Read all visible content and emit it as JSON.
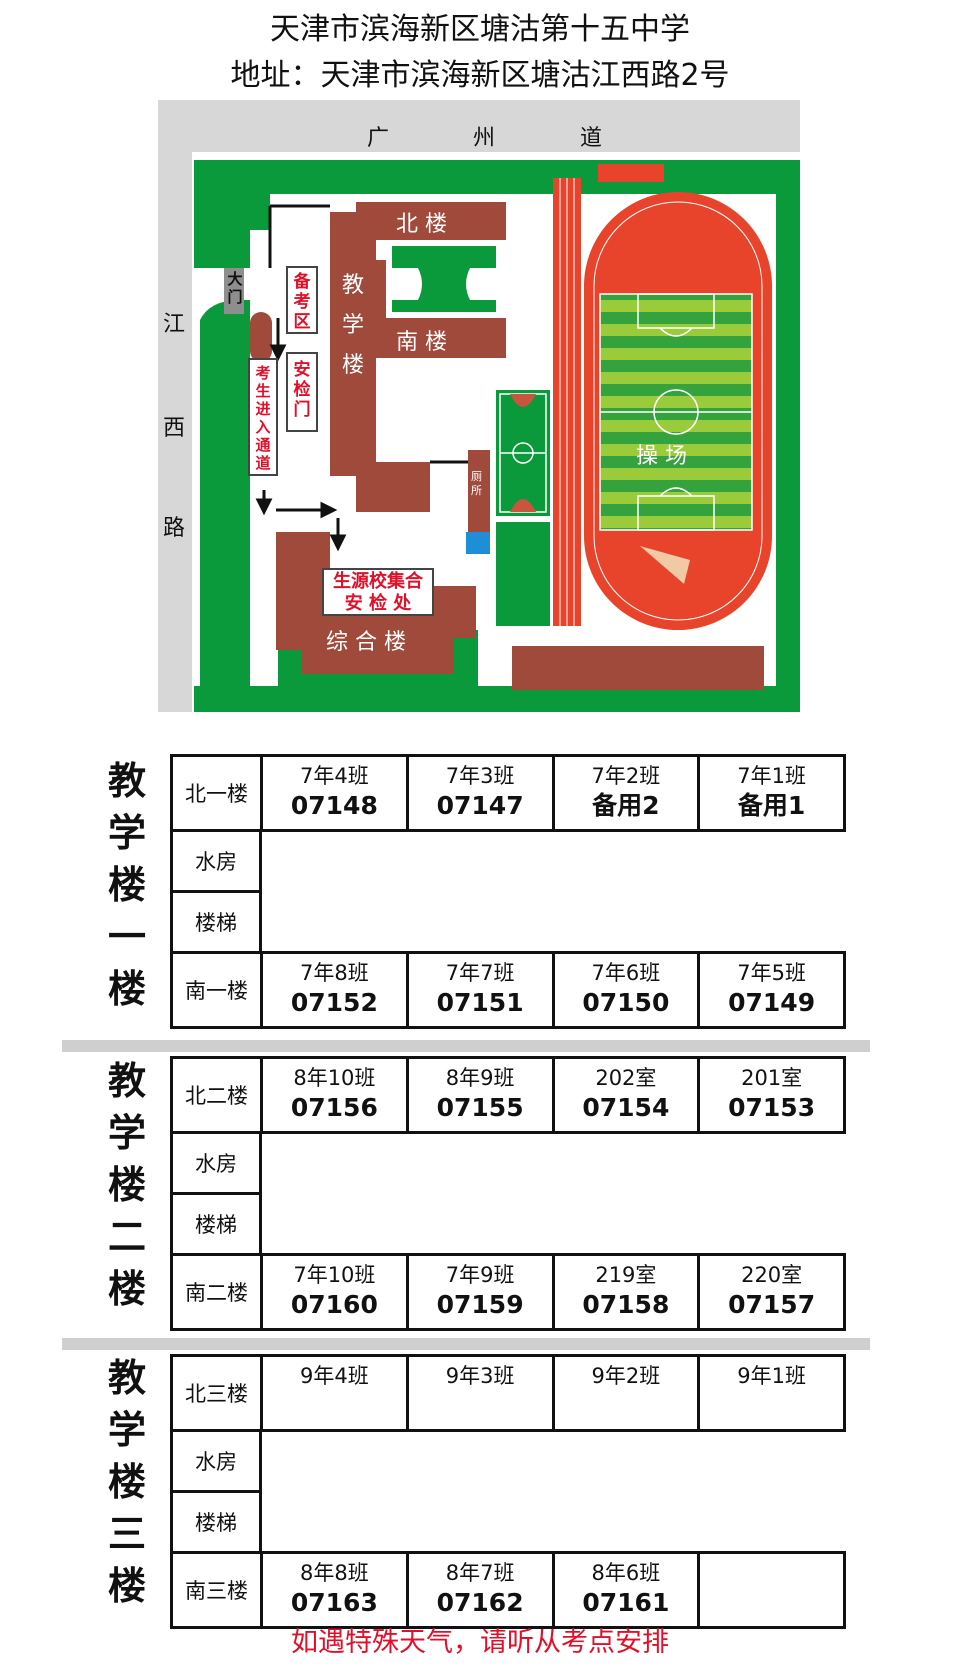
{
  "header": {
    "school_name": "天津市滨海新区塘沽第十五中学",
    "address": "地址：天津市滨海新区塘沽江西路2号"
  },
  "map": {
    "road_top": [
      "广",
      "州",
      "道"
    ],
    "road_left": [
      "江",
      "西",
      "路"
    ],
    "gate": [
      "大",
      "门"
    ],
    "standby_area": "备考区",
    "security_gate": "安检门",
    "entry_path": "考生进入通道",
    "north_building": "北 楼",
    "south_building": "南 楼",
    "teaching_building": [
      "教",
      "学",
      "楼"
    ],
    "toilet": [
      "厕",
      "所"
    ],
    "assembly_line1": "生源校集合",
    "assembly_line2": "安  检  处",
    "complex_building": "综 合 楼",
    "playground": "操  场"
  },
  "floors": [
    {
      "title": [
        "教",
        "学",
        "楼",
        "一",
        "楼"
      ],
      "north_label": "北一楼",
      "north_rooms": [
        {
          "name": "7年4班",
          "code": "07148"
        },
        {
          "name": "7年3班",
          "code": "07147"
        },
        {
          "name": "7年2班",
          "code": "备用2"
        },
        {
          "name": "7年1班",
          "code": "备用1"
        }
      ],
      "water_room": "水房",
      "stairs": "楼梯",
      "south_label": "南一楼",
      "south_rooms": [
        {
          "name": "7年8班",
          "code": "07152"
        },
        {
          "name": "7年7班",
          "code": "07151"
        },
        {
          "name": "7年6班",
          "code": "07150"
        },
        {
          "name": "7年5班",
          "code": "07149"
        }
      ]
    },
    {
      "title": [
        "教",
        "学",
        "楼",
        "二",
        "楼"
      ],
      "north_label": "北二楼",
      "north_rooms": [
        {
          "name": "8年10班",
          "code": "07156"
        },
        {
          "name": "8年9班",
          "code": "07155"
        },
        {
          "name": "202室",
          "code": "07154"
        },
        {
          "name": "201室",
          "code": "07153"
        }
      ],
      "water_room": "水房",
      "stairs": "楼梯",
      "south_label": "南二楼",
      "south_rooms": [
        {
          "name": "7年10班",
          "code": "07160"
        },
        {
          "name": "7年9班",
          "code": "07159"
        },
        {
          "name": "219室",
          "code": "07158"
        },
        {
          "name": "220室",
          "code": "07157"
        }
      ]
    },
    {
      "title": [
        "教",
        "学",
        "楼",
        "三",
        "楼"
      ],
      "north_label": "北三楼",
      "north_rooms": [
        {
          "name": "9年4班",
          "code": ""
        },
        {
          "name": "9年3班",
          "code": ""
        },
        {
          "name": "9年2班",
          "code": ""
        },
        {
          "name": "9年1班",
          "code": ""
        }
      ],
      "water_room": "水房",
      "stairs": "楼梯",
      "south_label": "南三楼",
      "south_rooms": [
        {
          "name": "8年8班",
          "code": "07163"
        },
        {
          "name": "8年7班",
          "code": "07162"
        },
        {
          "name": "8年6班",
          "code": "07161"
        },
        {
          "name": "",
          "code": ""
        }
      ]
    }
  ],
  "notice": "如遇特殊天气，请听从考点安排",
  "colors": {
    "building": "#a04a3c",
    "green": "#0a9a3c",
    "track": "#e8432b",
    "road": "#d7d7d7",
    "alert_red": "#e0102a"
  }
}
